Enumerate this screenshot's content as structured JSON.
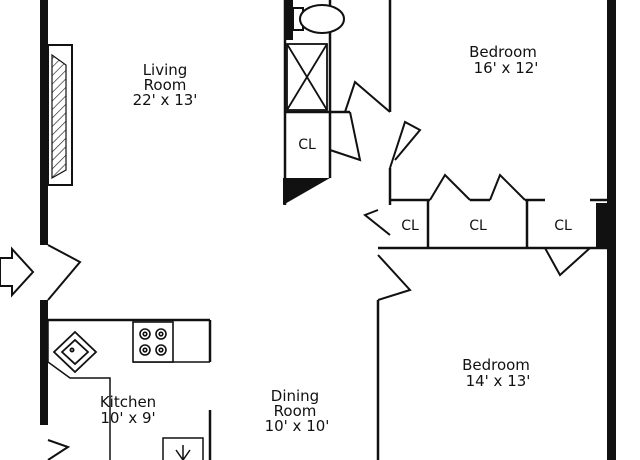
{
  "rooms": {
    "living": {
      "name": "Living Room",
      "line1": "Living",
      "line2": "Room",
      "size": "22' x 13'"
    },
    "bedroom_top": {
      "name": "Bedroom",
      "size": "16' x 12'"
    },
    "bedroom_bottom": {
      "name": "Bedroom",
      "size": "14' x 13'"
    },
    "kitchen": {
      "name": "Kitchen",
      "size": "10' x 9'"
    },
    "dining": {
      "line1": "Dining",
      "line2": "Room",
      "size": "10' x 10'"
    }
  },
  "closets": {
    "cl_bath": "CL",
    "cl_1": "CL",
    "cl_2": "CL",
    "cl_3": "CL"
  },
  "icons": [
    "entry-arrow-icon",
    "toilet-icon",
    "shower-icon",
    "stove-icon",
    "sink-icon",
    "fireplace-icon"
  ]
}
